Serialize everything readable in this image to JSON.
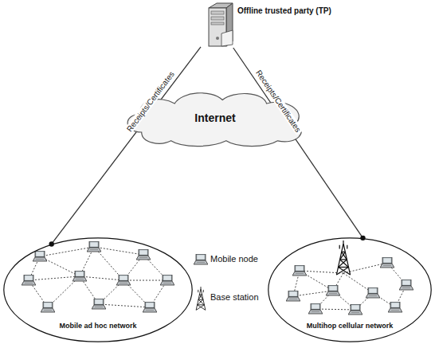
{
  "diagram": {
    "nodes": [
      {
        "text": [
          "Offline trusted party (TP)"
        ]
      },
      {
        "text": [
          "Internet"
        ]
      },
      {
        "text": [
          "Mobile ad hoc network"
        ]
      },
      {
        "text": [
          "Multihop cellular network"
        ]
      }
    ],
    "edges": [
      {
        "from": 0,
        "to": 2,
        "label": "Receipts/Certificates",
        "arrow": "none"
      },
      {
        "from": 0,
        "to": 3,
        "label": "Receipts/Certificates",
        "arrow": "none"
      }
    ],
    "legend": [
      {
        "text": "Mobile node"
      },
      {
        "text": "Base station"
      }
    ]
  }
}
